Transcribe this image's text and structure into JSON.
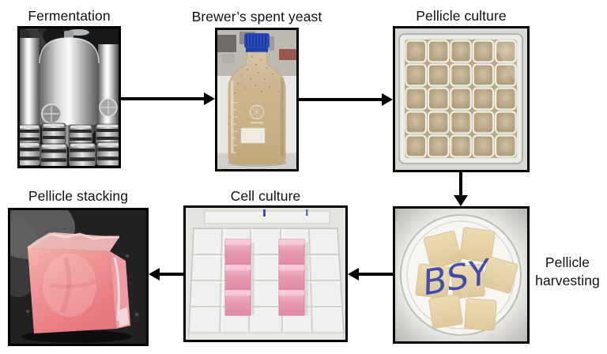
{
  "figure": {
    "type": "process-flow-diagram",
    "steps": [
      {
        "id": "fermentation",
        "label": "Fermentation"
      },
      {
        "id": "brewers-spent-yeast",
        "label": "Brewer’s spent yeast"
      },
      {
        "id": "pellicle-culture",
        "label": "Pellicle culture"
      },
      {
        "id": "pellicle-harvesting",
        "label": "Pellicle harvesting"
      },
      {
        "id": "cell-culture",
        "label": "Cell culture"
      },
      {
        "id": "pellicle-stacking",
        "label": "Pellicle stacking"
      }
    ],
    "connections": [
      {
        "from": "fermentation",
        "to": "brewers-spent-yeast",
        "direction": "right"
      },
      {
        "from": "brewers-spent-yeast",
        "to": "pellicle-culture",
        "direction": "right"
      },
      {
        "from": "pellicle-culture",
        "to": "pellicle-harvesting",
        "direction": "down"
      },
      {
        "from": "pellicle-harvesting",
        "to": "cell-culture",
        "direction": "left"
      },
      {
        "from": "cell-culture",
        "to": "pellicle-stacking",
        "direction": "left"
      }
    ]
  },
  "photos": {
    "fermentation": {
      "description": "Stainless steel brewery fermentation tanks with stacked beer kegs below"
    },
    "brewers_spent_yeast": {
      "description": "Glass lab bottle with blue screw cap full of tan spent-yeast slurry on a lab bench"
    },
    "pellicle_culture": {
      "description": "Clear plastic tray with 5x5 grid of wells holding tan pellicle cultures"
    },
    "pellicle_harvesting": {
      "dish_marking": "BSY",
      "description": "Petri dish marked BSY in blue pen holding square harvested tan pellicles"
    },
    "cell_culture": {
      "description": "Transparent multiwell plate with two columns of three pink culture wells"
    },
    "pellicle_stacking": {
      "description": "Pink translucent stacked-pellicle cube on a dark surface"
    }
  },
  "colors": {
    "background": "#ffffff",
    "label_text": "#111111",
    "arrow": "#000000",
    "photo_border": "#000000",
    "pellicle_tan": "#c0ac87",
    "yeast_slurry": "#c9b28c",
    "bottle_cap_blue": "#2a4cc0",
    "culture_pink": "#e897af",
    "stack_pink": "#ef9595",
    "marker_blue": "#2b3aad"
  }
}
